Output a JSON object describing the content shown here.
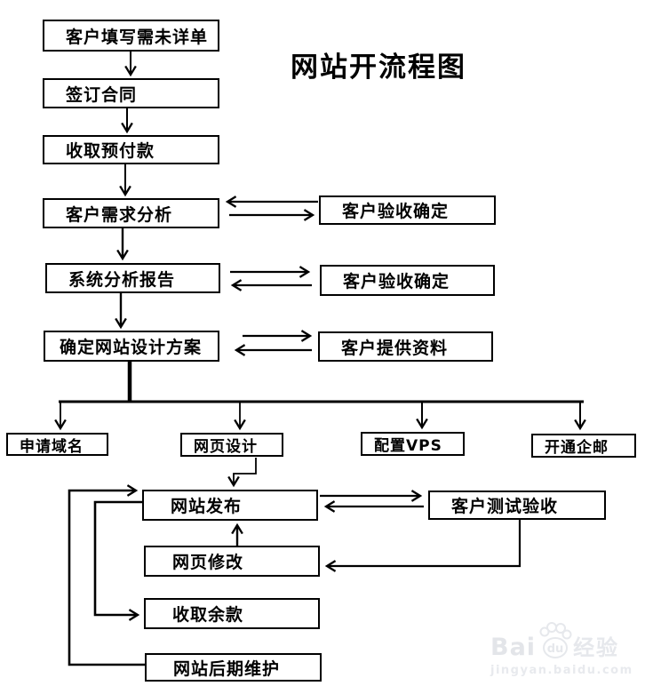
{
  "title": "网站开流程图",
  "boxes": {
    "fill_requirements": {
      "label": "客户填写需未详单"
    },
    "sign_contract": {
      "label": "签订合同"
    },
    "collect_prepay": {
      "label": "收取预付款"
    },
    "needs_analysis": {
      "label": "客户需求分析"
    },
    "system_report": {
      "label": "系统分析报告"
    },
    "design_plan": {
      "label": "确定网站设计方案"
    },
    "accept_confirm_1": {
      "label": "客户验收确定"
    },
    "accept_confirm_2": {
      "label": "客户验收确定"
    },
    "provide_materials": {
      "label": "客户提供资料"
    },
    "apply_domain": {
      "label": "申请域名"
    },
    "web_design": {
      "label": "网页设计"
    },
    "config_vps": {
      "label": "配置VPS"
    },
    "open_email": {
      "label": "开通企邮"
    },
    "site_publish": {
      "label": "网站发布"
    },
    "client_test": {
      "label": "客户测试验收"
    },
    "page_modify": {
      "label": "网页修改"
    },
    "collect_balance": {
      "label": "收取余款"
    },
    "site_maintain": {
      "label": "网站后期维护"
    }
  },
  "connections": [
    "客户填写需未详单 → 签订合同",
    "签订合同 → 收取预付款",
    "收取预付款 → 客户需求分析",
    "客户需求分析 ⇄ 客户验收确定",
    "客户需求分析 → 系统分析报告",
    "系统分析报告 ⇄ 客户验收确定",
    "系统分析报告 → 确定网站设计方案",
    "确定网站设计方案 ⇄ 客户提供资料",
    "确定网站设计方案 → 申请域名 / 网页设计 / 配置VPS / 开通企邮",
    "网页设计 → 网站发布",
    "网站发布 ⇄ 客户测试验收",
    "客户测试验收 → 网页修改",
    "网页修改 → 网站发布",
    "网站发布 → 收取余款",
    "网站后期维护 → 网站发布"
  ],
  "watermark": {
    "brand_prefix": "Bai",
    "brand_mid": "du",
    "brand_cn": "经验",
    "url": "jingyan.baidu.com"
  },
  "colors": {
    "line": "#000000",
    "box_border": "#000000",
    "background": "#ffffff",
    "watermark": "#e5e7eb"
  }
}
